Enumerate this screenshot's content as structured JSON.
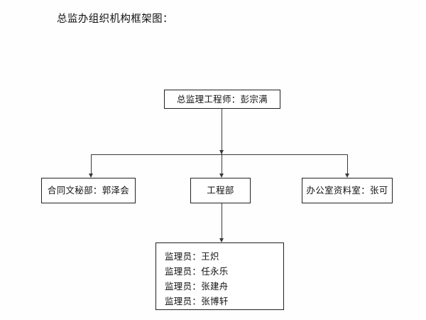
{
  "document": {
    "title": "总监办组织机构框架图："
  },
  "chart": {
    "type": "org-chart",
    "root": {
      "id": "director",
      "label": "总监理工程师：彭宗满"
    },
    "level_two": [
      {
        "id": "secretary",
        "label": "合同文秘部：郭泽会"
      },
      {
        "id": "engineering",
        "label": "工程部"
      },
      {
        "id": "office",
        "label": "办公室资料室：张可"
      }
    ],
    "level_three": {
      "id": "supervisors",
      "parent": "engineering",
      "entries": [
        {
          "label": "监理员：王炽"
        },
        {
          "label": "监理员：任永乐"
        },
        {
          "label": "监理员：张建舟"
        },
        {
          "label": "监理员：张博轩"
        }
      ]
    }
  },
  "style": {
    "background": "#fefefe",
    "box_border": "#222222",
    "connector": "#3a3a3a",
    "text": "#111111"
  }
}
